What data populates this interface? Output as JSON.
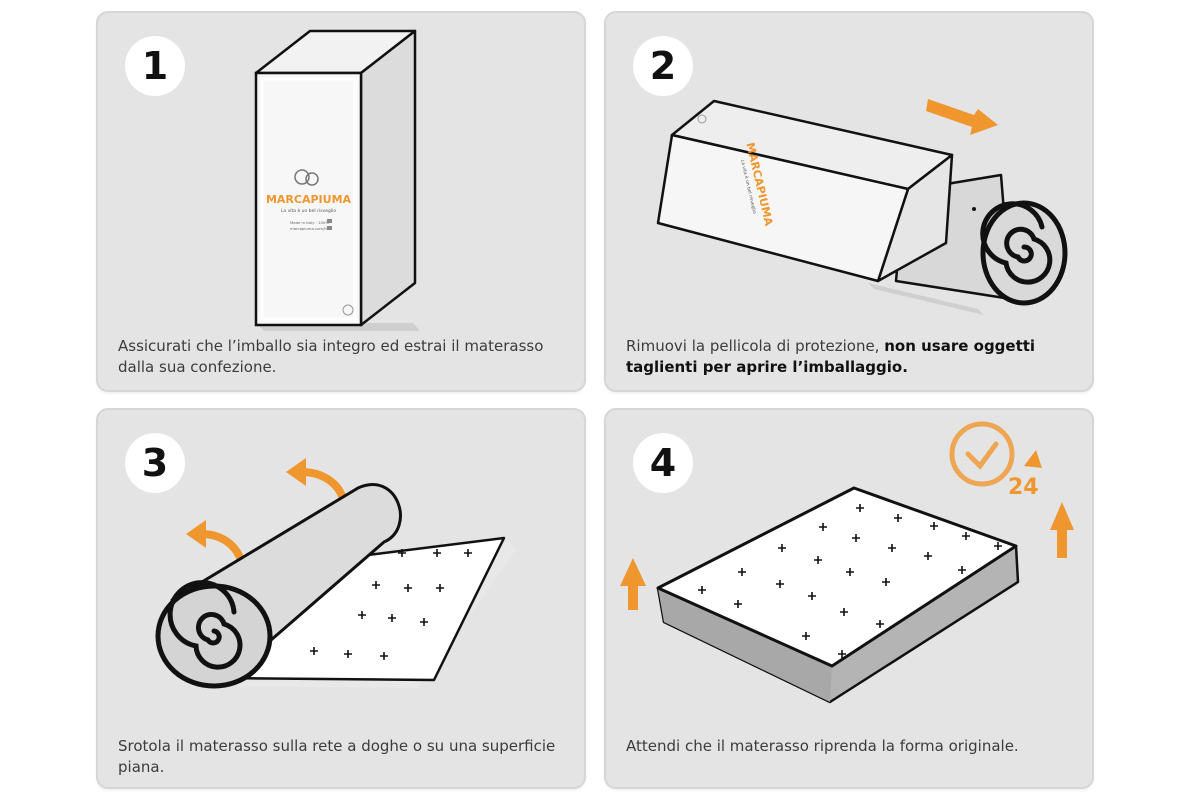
{
  "brand": {
    "name": "MARCAPIUMA",
    "tagline": "La vita è un bel risveglio",
    "made_in": "Made in Italy · 100%",
    "site": "marcapiuma.com/it"
  },
  "accent_color": "#f0962e",
  "steps": [
    {
      "number": "1",
      "caption": "Assicurati che l’imballo sia integro ed estrai il materasso dalla sua confezione."
    },
    {
      "number": "2",
      "caption": "Rimuovi la pellicola di protezione, ",
      "caption_bold": "non usare oggetti taglienti per aprire l’imballaggio."
    },
    {
      "number": "3",
      "caption": "Srotola il materasso sulla rete a doghe o su una superficie piana."
    },
    {
      "number": "4",
      "caption": "Attendi che il materasso riprenda la forma originale.",
      "timer_label": "24"
    }
  ]
}
